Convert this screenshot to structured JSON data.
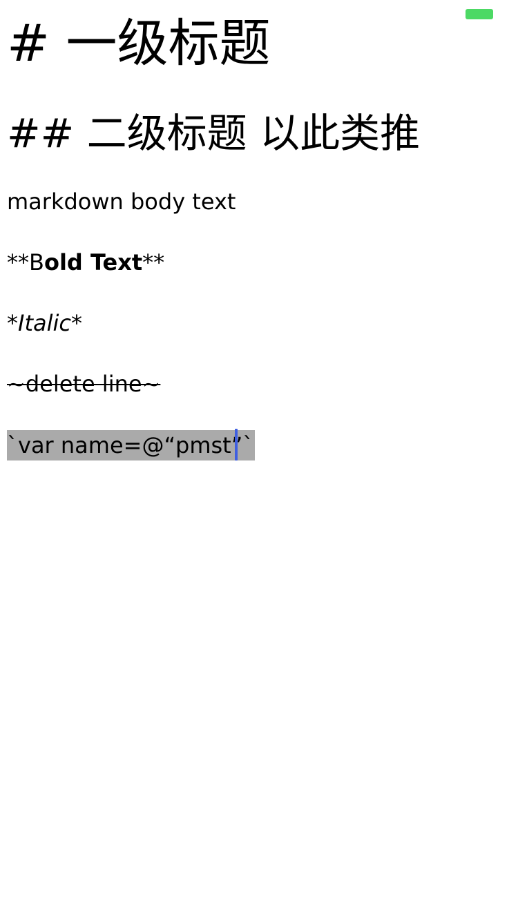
{
  "status_bar": {
    "battery_color": "#4cd964",
    "battery_icon": "battery-icon"
  },
  "editor": {
    "heading_1": "# 一级标题",
    "heading_2": "## 二级标题 以此类推",
    "body_text": "markdown body text",
    "bold": {
      "open_marker": "**B",
      "bold_text": "old Text",
      "close_marker": "**"
    },
    "italic": "*Italic*",
    "strikethrough": "~delete line~",
    "inline_code": "`var name=@“pmst”`"
  },
  "colors": {
    "text": "#000000",
    "code_highlight": "#aaaaaa",
    "cursor": "#3f5fe0",
    "background": "#ffffff"
  }
}
